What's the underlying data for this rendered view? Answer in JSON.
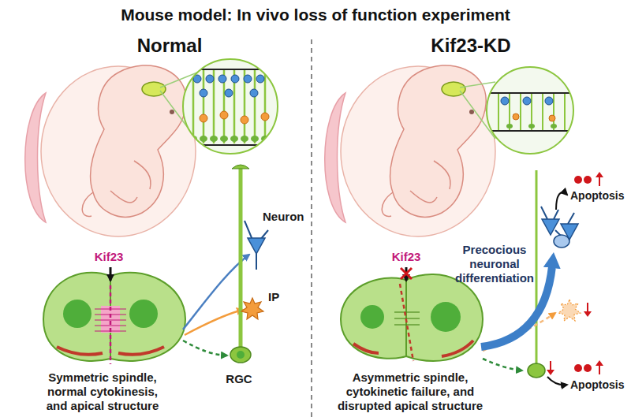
{
  "diagram": {
    "title": "Mouse model: In vivo loss of function experiment",
    "labels": [
      "Normal",
      "Kif23-KD",
      "Neuron",
      "IP",
      "Kif23",
      "RGC",
      "Symmetric spindle, normal cytokinesis, and apical structure",
      "Kif23",
      "Precocious neuronal differentiation",
      "Apoptosis",
      "Apoptosis",
      "Asymmetric spindle, cytokinetic failure, and disrupted apical structure"
    ]
  }
}
